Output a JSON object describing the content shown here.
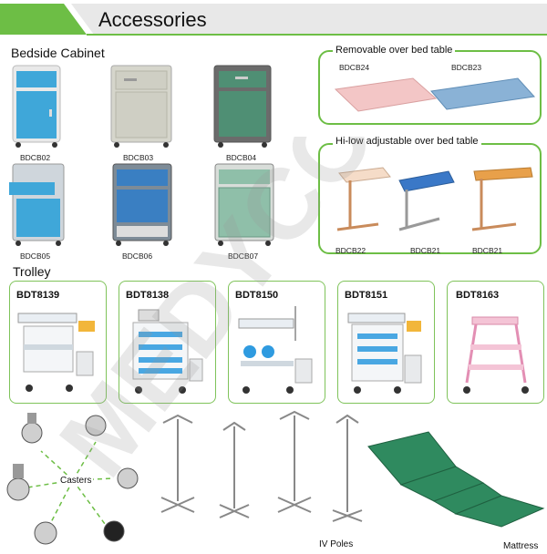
{
  "header": {
    "title": "Accessories"
  },
  "bedside": {
    "label": "Bedside Cabinet",
    "items": [
      {
        "code": "BDCB02"
      },
      {
        "code": "BDCB03"
      },
      {
        "code": "BDCB04"
      },
      {
        "code": "BDCB05"
      },
      {
        "code": "BDCB06"
      },
      {
        "code": "BDCB07"
      }
    ]
  },
  "removable_table": {
    "title": "Removable over bed table",
    "items": [
      {
        "code": "BDCB24"
      },
      {
        "code": "BDCB23"
      }
    ]
  },
  "hilow_table": {
    "title": "Hi-low adjustable over bed table",
    "items": [
      {
        "code": "BDCB22"
      },
      {
        "code": "BDCB21"
      },
      {
        "code": "BDCB21"
      }
    ]
  },
  "trolley": {
    "label": "Trolley",
    "items": [
      {
        "code": "BDT8139"
      },
      {
        "code": "BDT8138"
      },
      {
        "code": "BDT8150"
      },
      {
        "code": "BDT8151"
      },
      {
        "code": "BDT8163"
      }
    ]
  },
  "casters": {
    "label": "Casters"
  },
  "iv_poles": {
    "label": "IV Poles"
  },
  "mattress": {
    "label": "Mattress"
  },
  "watermark": {
    "text": "MEDYCOM"
  },
  "colors": {
    "green": "#6dbe45",
    "cabinet_blue": "#3fa7d9",
    "cabinet_green": "#4f8f74",
    "cabinet_grey": "#d6d6cc"
  }
}
